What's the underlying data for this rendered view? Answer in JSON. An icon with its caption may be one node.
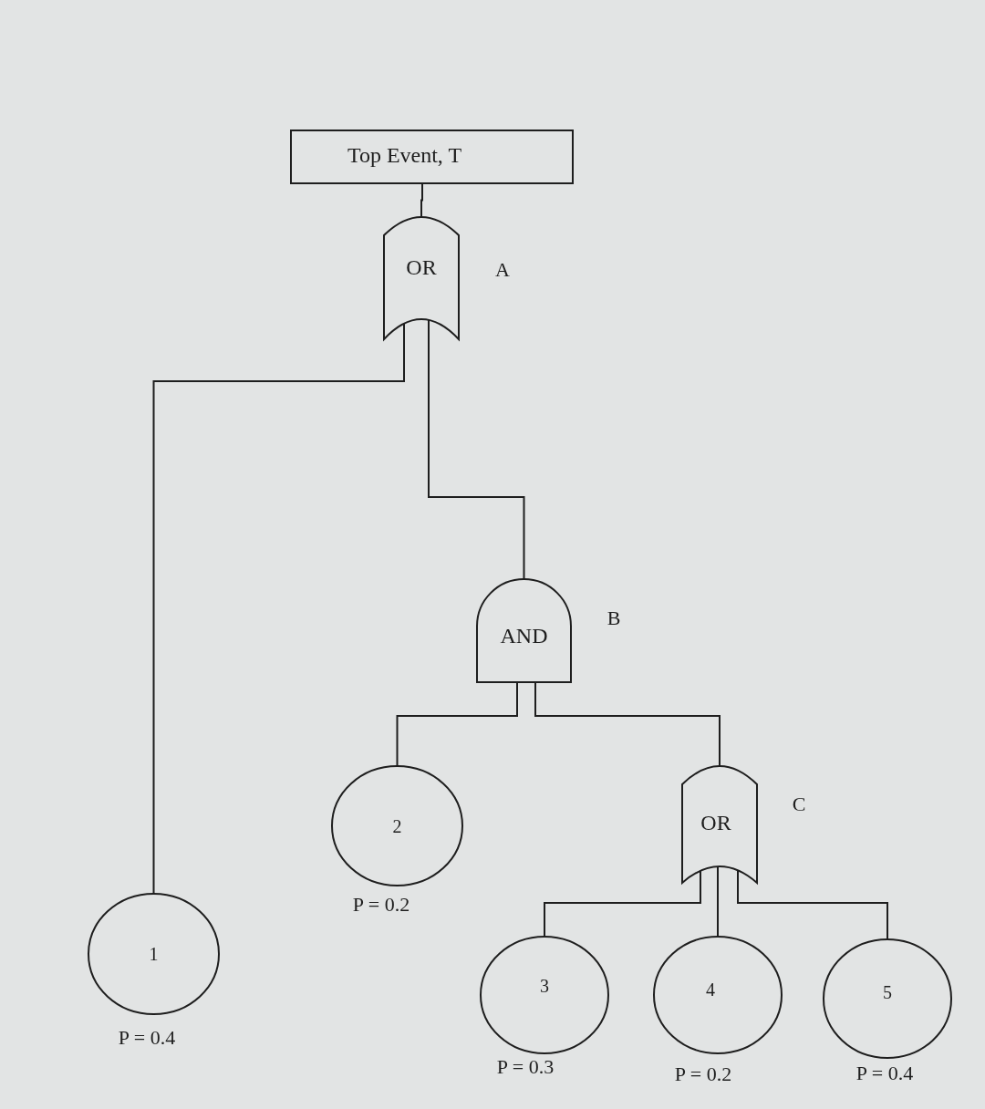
{
  "diagram": {
    "nodes": [
      {
        "text": [
          "Top Event, T"
        ]
      },
      {
        "text": [
          "OR"
        ],
        "beside": [
          "A"
        ]
      },
      {
        "text": [
          "1"
        ],
        "beside": [
          "P = 0.4"
        ]
      },
      {
        "text": [
          "AND"
        ],
        "beside": [
          "B"
        ]
      },
      {
        "text": [
          "2"
        ],
        "beside": [
          "P = 0.2"
        ]
      },
      {
        "text": [
          "OR"
        ],
        "beside": [
          "C"
        ]
      },
      {
        "text": [
          "3"
        ],
        "beside": [
          "P = 0.3"
        ]
      },
      {
        "text": [
          "4"
        ],
        "beside": [
          "P = 0.2"
        ]
      },
      {
        "text": [
          "5"
        ],
        "beside": [
          "P = 0.4"
        ]
      }
    ],
    "edges": [
      {
        "from": 0,
        "to": 1,
        "arrow": "none"
      },
      {
        "from": 1,
        "to": 2,
        "arrow": "none"
      },
      {
        "from": 1,
        "to": 3,
        "arrow": "none"
      },
      {
        "from": 3,
        "to": 4,
        "arrow": "none"
      },
      {
        "from": 3,
        "to": 5,
        "arrow": "none"
      },
      {
        "from": 5,
        "to": 6,
        "arrow": "none"
      },
      {
        "from": 5,
        "to": 7,
        "arrow": "none"
      },
      {
        "from": 5,
        "to": 8,
        "arrow": "none"
      }
    ]
  }
}
